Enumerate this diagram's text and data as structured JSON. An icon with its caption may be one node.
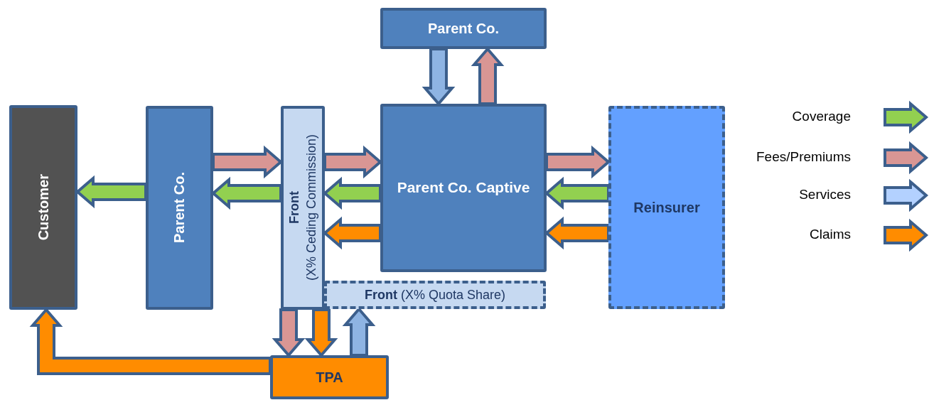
{
  "diagram": {
    "nodes": [
      {
        "text": [
          "Customer"
        ]
      },
      {
        "text": [
          "Parent Co."
        ]
      },
      {
        "text": [
          "Front",
          "(X% Ceding Commission)"
        ]
      },
      {
        "text": [
          "Parent Co."
        ]
      },
      {
        "text": [
          "Parent Co. Captive"
        ]
      },
      {
        "text": [
          "**Front** (X% Quota Share)"
        ]
      },
      {
        "text": [
          "Reinsurer"
        ]
      },
      {
        "text": [
          "TPA"
        ]
      }
    ],
    "edges": [
      {
        "from": 1,
        "to": 0,
        "arrow": "to",
        "color": "#92d050"
      },
      {
        "from": 1,
        "to": 2,
        "arrow": "to",
        "color": "#d99694"
      },
      {
        "from": 2,
        "to": 1,
        "arrow": "to",
        "color": "#92d050"
      },
      {
        "from": 2,
        "to": 4,
        "arrow": "to",
        "color": "#d99694"
      },
      {
        "from": 4,
        "to": 2,
        "arrow": "to",
        "color": "#92d050"
      },
      {
        "from": 4,
        "to": 2,
        "arrow": "to",
        "color": "#ff8c00"
      },
      {
        "from": 3,
        "to": 4,
        "arrow": "to",
        "color": "#8eb4e3"
      },
      {
        "from": 4,
        "to": 3,
        "arrow": "to",
        "color": "#d99694"
      },
      {
        "from": 4,
        "to": 6,
        "arrow": "to",
        "color": "#d99694"
      },
      {
        "from": 6,
        "to": 4,
        "arrow": "to",
        "color": "#92d050"
      },
      {
        "from": 6,
        "to": 4,
        "arrow": "to",
        "color": "#ff8c00"
      },
      {
        "from": 2,
        "to": 7,
        "arrow": "to",
        "color": "#d99694"
      },
      {
        "from": 2,
        "to": 7,
        "arrow": "to",
        "color": "#ff8c00"
      },
      {
        "from": 7,
        "to": 5,
        "arrow": "to",
        "color": "#8eb4e3"
      },
      {
        "from": 7,
        "to": 0,
        "arrow": "to",
        "color": "#ff8c00"
      }
    ],
    "legend": [
      {
        "text": "Coverage",
        "color": "#92d050"
      },
      {
        "text": "Fees/Premiums",
        "color": "#d99694"
      },
      {
        "text": "Services",
        "color": "#b3d1ff"
      },
      {
        "text": "Claims",
        "color": "#ff8c00"
      }
    ]
  }
}
